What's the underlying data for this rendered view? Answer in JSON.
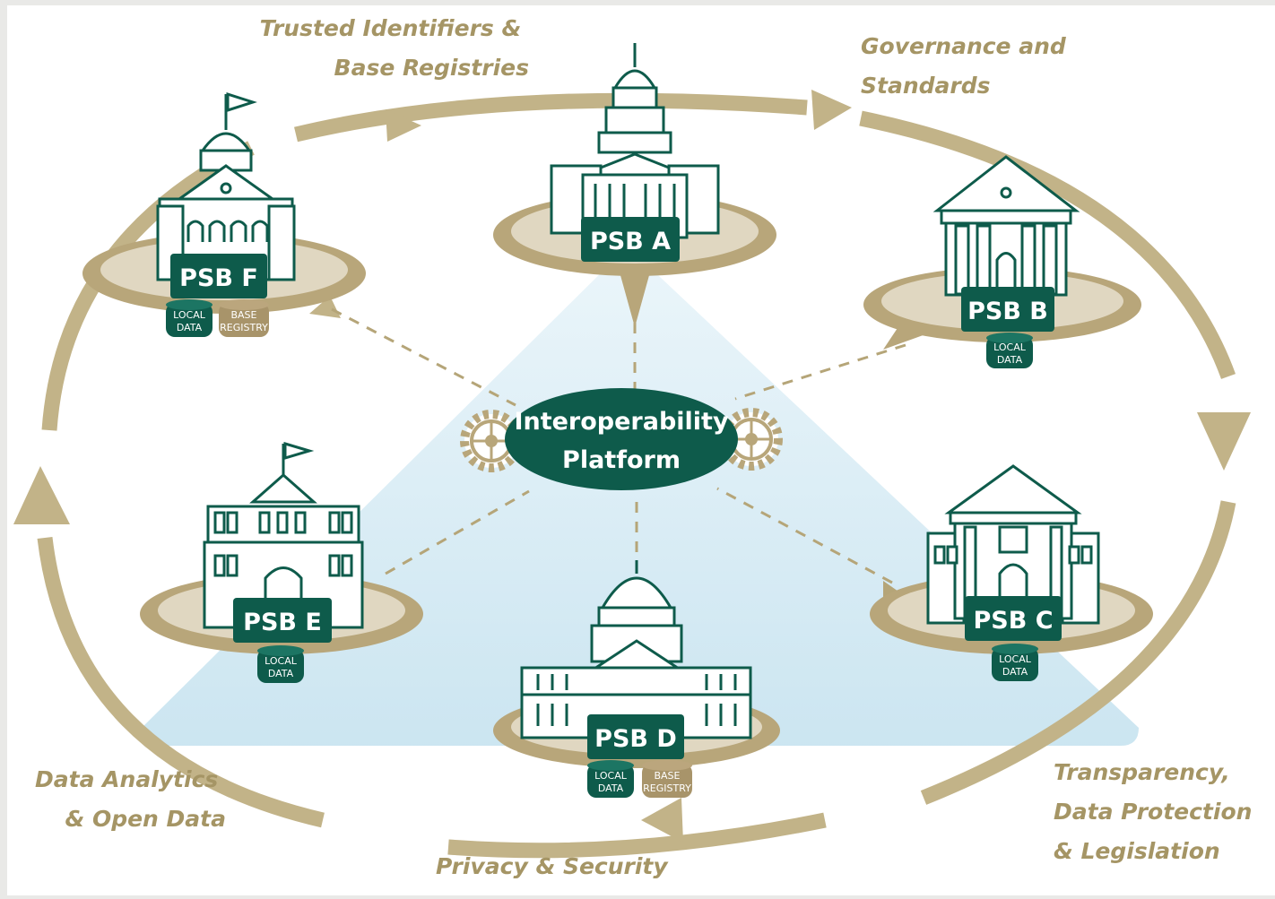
{
  "colors": {
    "green": "#0e5b4b",
    "tan": "#b8a67a",
    "tan_light": "#e0d7c1",
    "tan_text": "#a59565",
    "sky": "#cfe7f2"
  },
  "hub": {
    "line1": "Interoperability",
    "line2": "Platform"
  },
  "aspects": {
    "top_left": [
      "Trusted Identifiers &",
      "Base Registries"
    ],
    "top_right": [
      "Governance and",
      "Standards"
    ],
    "bottom_left": [
      "Data Analytics",
      "& Open Data"
    ],
    "bottom_center": [
      "Privacy & Security"
    ],
    "bottom_right": [
      "Transparency,",
      "Data Protection",
      "& Legislation"
    ]
  },
  "data_store": {
    "local": [
      "LOCAL",
      "DATA"
    ],
    "base": [
      "BASE",
      "REGISTRY"
    ]
  },
  "bodies": [
    {
      "id": "a",
      "label": "PSB A"
    },
    {
      "id": "b",
      "label": "PSB B"
    },
    {
      "id": "c",
      "label": "PSB C"
    },
    {
      "id": "d",
      "label": "PSB D"
    },
    {
      "id": "e",
      "label": "PSB E"
    },
    {
      "id": "f",
      "label": "PSB F"
    }
  ]
}
